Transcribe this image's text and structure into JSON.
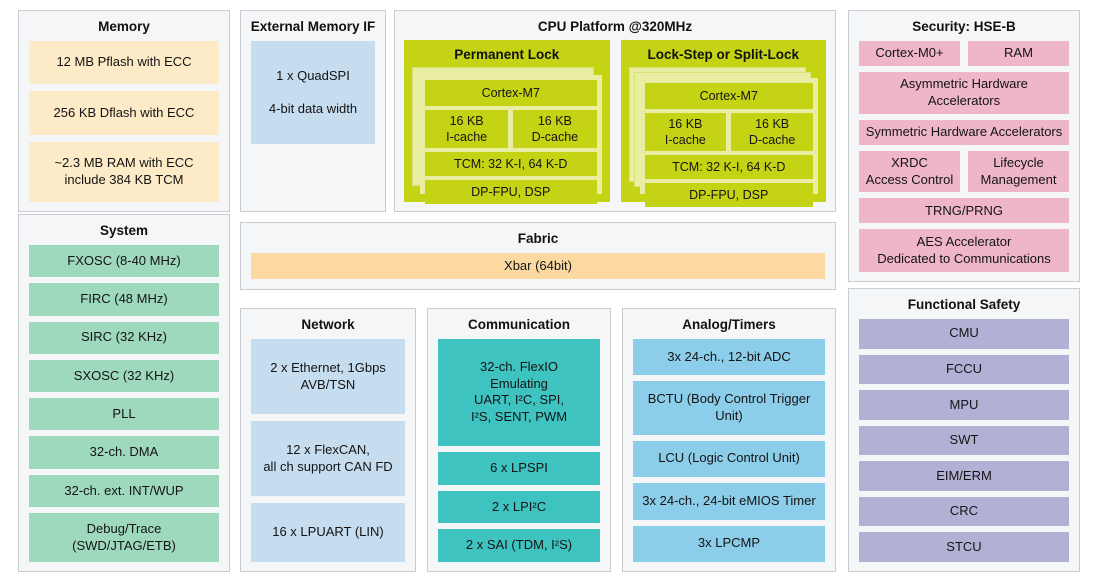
{
  "panels": {
    "memory": {
      "title": "Memory",
      "items": [
        "12 MB Pflash with ECC",
        "256 KB Dflash with ECC",
        "~2.3 MB RAM with ECC\ninclude 384 KB TCM"
      ],
      "color": "#fdeac6"
    },
    "external_memory_if": {
      "title": "External Memory IF",
      "items": [
        "1 x QuadSPI\n\n4-bit data width"
      ],
      "color": "#c6dcef"
    },
    "cpu_platform": {
      "title": "CPU Platform @320MHz",
      "cores": [
        {
          "title": "Permanent Lock",
          "stack_layers": 1,
          "blocks": {
            "cpu": "Cortex-M7",
            "icache": "16 KB\nI-cache",
            "dcache": "16 KB\nD-cache",
            "tcm": "TCM: 32 K-I, 64 K-D",
            "fpu": "DP-FPU, DSP"
          }
        },
        {
          "title": "Lock-Step or Split-Lock",
          "stack_layers": 2,
          "blocks": {
            "cpu": "Cortex-M7",
            "icache": "16 KB\nI-cache",
            "dcache": "16 KB\nD-cache",
            "tcm": "TCM: 32 K-I, 64 K-D",
            "fpu": "DP-FPU, DSP"
          }
        }
      ],
      "color": "#c4d313"
    },
    "security": {
      "title": "Security: HSE-B",
      "rows": [
        {
          "type": "pair",
          "items": [
            "Cortex-M0+",
            "RAM"
          ]
        },
        {
          "type": "single",
          "items": [
            "Asymmetric Hardware Accelerators"
          ]
        },
        {
          "type": "single",
          "items": [
            "Symmetric Hardware Accelerators"
          ]
        },
        {
          "type": "pair",
          "items": [
            "XRDC\nAccess Control",
            "Lifecycle\nManagement"
          ]
        },
        {
          "type": "single",
          "items": [
            "TRNG/PRNG"
          ]
        },
        {
          "type": "single",
          "items": [
            "AES Accelerator\nDedicated to Communications"
          ]
        }
      ],
      "color": "#eeb6c6"
    },
    "system": {
      "title": "System",
      "items": [
        "FXOSC (8-40 MHz)",
        "FIRC (48 MHz)",
        "SIRC (32 KHz)",
        "SXOSC (32 KHz)",
        "PLL",
        "32-ch. DMA",
        "32-ch. ext. INT/WUP",
        "Debug/Trace (SWD/JTAG/ETB)"
      ],
      "color": "#9ed9bd"
    },
    "fabric": {
      "title": "Fabric",
      "items": [
        "Xbar (64bit)"
      ],
      "color": "#fbd9a0"
    },
    "network": {
      "title": "Network",
      "items": [
        "2 x Ethernet, 1Gbps\nAVB/TSN",
        "12 x FlexCAN,\nall ch support CAN FD",
        "16 x LPUART (LIN)"
      ],
      "color": "#c6dcef"
    },
    "communication": {
      "title": "Communication",
      "items": [
        "32-ch. FlexIO\nEmulating\nUART, I²C, SPI,\nI²S, SENT, PWM",
        "6 x LPSPI",
        "2 x LPI²C",
        "2 x SAI (TDM, I²S)"
      ],
      "color": "#3fc3c0"
    },
    "analog_timers": {
      "title": "Analog/Timers",
      "items": [
        "3x 24-ch., 12-bit ADC",
        "BCTU (Body Control Trigger Unit)",
        "LCU (Logic Control Unit)",
        "3x 24-ch., 24-bit eMIOS Timer",
        "3x LPCMP"
      ],
      "color": "#8ccdea"
    },
    "functional_safety": {
      "title": "Functional Safety",
      "items": [
        "CMU",
        "FCCU",
        "MPU",
        "SWT",
        "EIM/ERM",
        "CRC",
        "STCU"
      ],
      "color": "#b3b0d6"
    }
  }
}
